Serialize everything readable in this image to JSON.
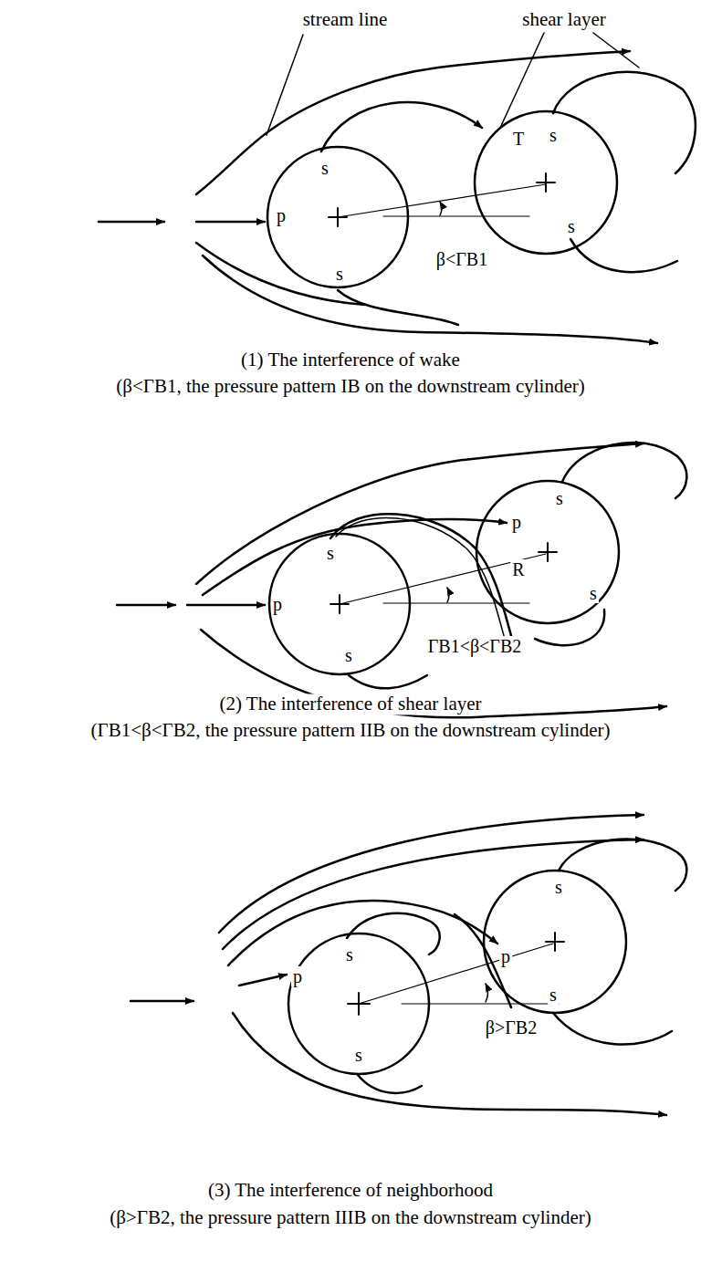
{
  "diagram": {
    "labels": [
      "stream line",
      "shear layer",
      "s",
      "p",
      "s",
      "T",
      "s",
      "β<ΓB1",
      "s",
      "(1) The interference of wake",
      "(β<ΓB1, the pressure pattern IB on the downstream cylinder)",
      "s",
      "p",
      "s",
      "p",
      "R",
      "s",
      "ΓB1<β<ΓB2",
      "s",
      "(2) The interference of shear layer",
      "(ΓB1<β<ΓB2, the pressure pattern IIB on the downstream cylinder)",
      "s",
      "p",
      "s",
      "p",
      "s",
      "β>ΓB2",
      "s",
      "(3) The interference of neighborhood",
      "(β>ΓB2, the pressure pattern IIIB on the downstream cylinder)"
    ]
  }
}
